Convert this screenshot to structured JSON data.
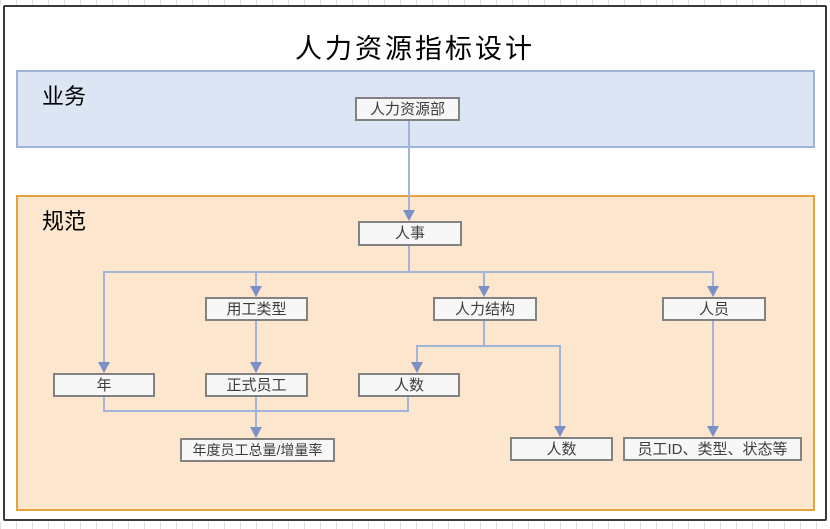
{
  "title": "人力资源指标设计",
  "regions": {
    "business": {
      "label": "业务"
    },
    "standard": {
      "label": "规范"
    }
  },
  "nodes": {
    "hr_dept": {
      "label": "人力资源部"
    },
    "personnel": {
      "label": "人事"
    },
    "employment_type": {
      "label": "用工类型"
    },
    "hr_structure": {
      "label": "人力结构"
    },
    "staff": {
      "label": "人员"
    },
    "year": {
      "label": "年"
    },
    "regular_employee": {
      "label": "正式员工"
    },
    "headcount_structure": {
      "label": "人数"
    },
    "annual_total_rate": {
      "label": "年度员工总量/增量率"
    },
    "headcount_bottom": {
      "label": "人数"
    },
    "employee_attributes": {
      "label": "员工ID、类型、状态等"
    }
  },
  "edges": [
    {
      "from": "hr_dept",
      "to": "personnel"
    },
    {
      "from": "personnel",
      "to": "year"
    },
    {
      "from": "personnel",
      "to": "employment_type"
    },
    {
      "from": "personnel",
      "to": "hr_structure"
    },
    {
      "from": "personnel",
      "to": "staff"
    },
    {
      "from": "employment_type",
      "to": "regular_employee"
    },
    {
      "from": "hr_structure",
      "to": "headcount_structure"
    },
    {
      "from": "hr_structure",
      "to": "headcount_bottom"
    },
    {
      "from": "year",
      "to": "annual_total_rate"
    },
    {
      "from": "regular_employee",
      "to": "annual_total_rate"
    },
    {
      "from": "headcount_structure",
      "to": "annual_total_rate"
    },
    {
      "from": "staff",
      "to": "employee_attributes"
    }
  ],
  "colors": {
    "business_region_fill": "#dbe5f4",
    "business_region_border": "#9fb3d8",
    "standard_region_fill": "#fce6ce",
    "standard_region_border": "#e7a33e",
    "node_fill": "#f7f7f7",
    "node_border": "#828282",
    "connector_line": "#a2b4da",
    "arrowhead": "#7b90c6",
    "frame_border": "#3a3a3a"
  }
}
